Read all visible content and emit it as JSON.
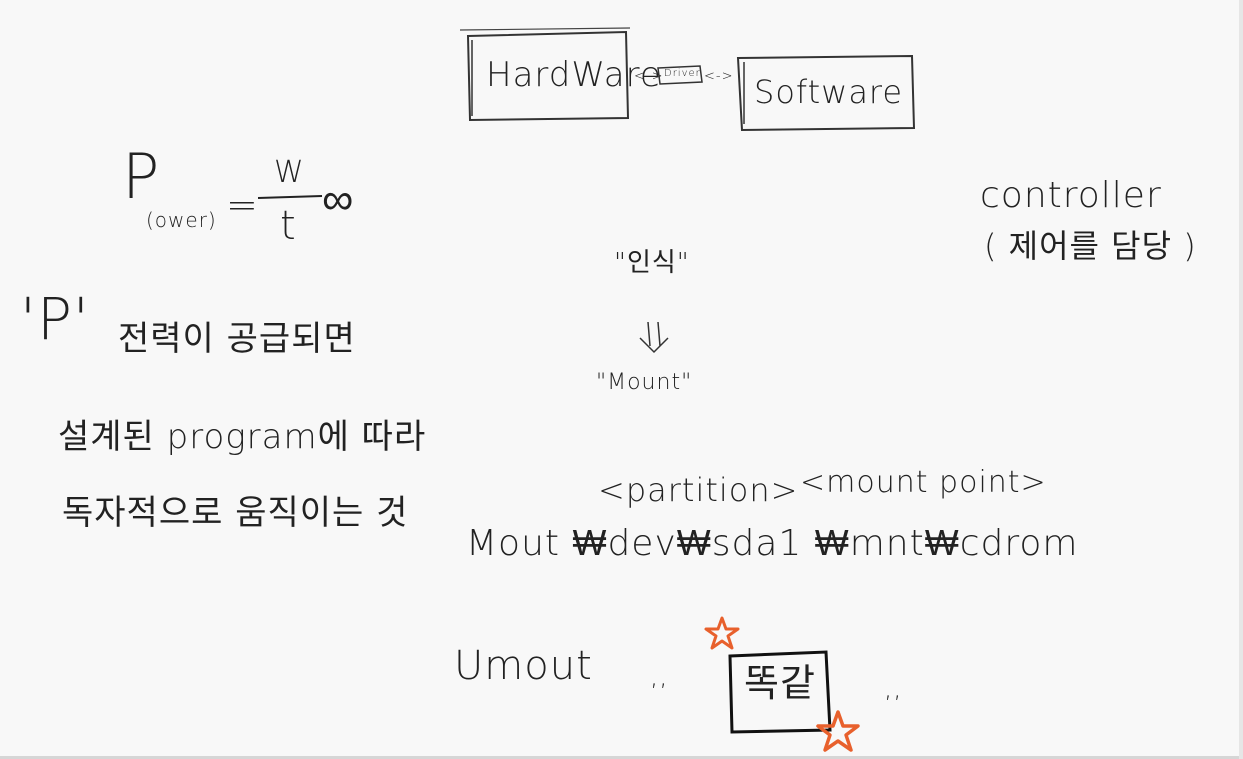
{
  "notes": {
    "hardware": "HardWare",
    "driver": "Driver",
    "software": "Software",
    "arrow_left": "<->",
    "arrow_right": "<->",
    "power_p": "P",
    "power_sub": "(ower)",
    "power_eq": "=",
    "power_num": "W",
    "power_den": "t",
    "power_inf": "∞",
    "controller": "controller",
    "controller_desc": "( 제어를 담당 )",
    "recognize": "\"인식\"",
    "down_arrow": "⇓",
    "mount_quote": "\"Mount\"",
    "p_quote": "'P'",
    "p_line1": "전력이 공급되면",
    "p_line2": "설계된 program에 따라",
    "p_line3": "독자적으로 움직이는 것",
    "partition_label": "<partition>",
    "mount_point_label": "<mount point>",
    "mount_cmd": "Mout ₩dev₩sda1 ₩mnt₩cdrom",
    "umount_cmd": "Umout",
    "umount_quote_open": ",,",
    "umount_word": "똑같",
    "umount_quote_close": ",,"
  },
  "colors": {
    "ink": "#222222",
    "star": "#e8602c",
    "background": "#f8f8f8"
  },
  "icons": {
    "star": "star-icon"
  }
}
